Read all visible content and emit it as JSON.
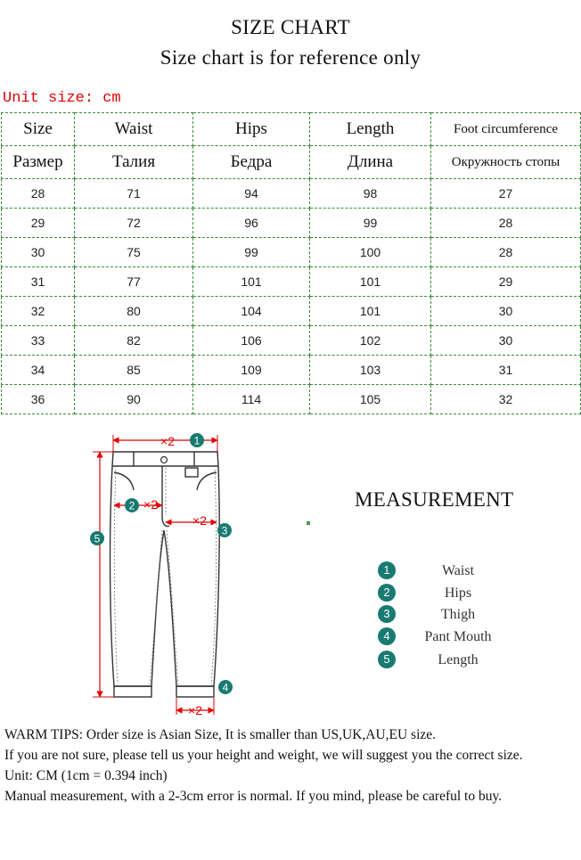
{
  "header": {
    "title": "SIZE CHART",
    "subtitle": "Size chart is for reference only"
  },
  "unit_label": "Unit size: cm",
  "table": {
    "header_en": [
      "Size",
      "Waist",
      "Hips",
      "Length",
      "Foot circumference"
    ],
    "header_ru": [
      "Размер",
      "Талия",
      "Бедра",
      "Длина",
      "Окружность стопы"
    ],
    "rows": [
      [
        "28",
        "71",
        "94",
        "98",
        "27"
      ],
      [
        "29",
        "72",
        "96",
        "99",
        "28"
      ],
      [
        "30",
        "75",
        "99",
        "100",
        "28"
      ],
      [
        "31",
        "77",
        "101",
        "101",
        "29"
      ],
      [
        "32",
        "80",
        "104",
        "101",
        "30"
      ],
      [
        "33",
        "82",
        "106",
        "102",
        "30"
      ],
      [
        "34",
        "85",
        "109",
        "103",
        "31"
      ],
      [
        "36",
        "90",
        "114",
        "105",
        "32"
      ]
    ]
  },
  "diagram": {
    "marker_1": "1",
    "marker_2": "2",
    "marker_3": "3",
    "marker_4": "4",
    "marker_5": "5",
    "times_two": "×2"
  },
  "measurement": {
    "title": "MEASUREMENT",
    "items": [
      {
        "num": "1",
        "label": "Waist"
      },
      {
        "num": "2",
        "label": "Hips"
      },
      {
        "num": "3",
        "label": "Thigh"
      },
      {
        "num": "4",
        "label": "Pant Mouth"
      },
      {
        "num": "5",
        "label": "Length"
      }
    ]
  },
  "tips": [
    "WARM TIPS: Order size is Asian Size, It is smaller than US,UK,AU,EU size.",
    "If you are not sure, please tell us your height and weight, we will suggest you the correct size.",
    "Unit: CM (1cm = 0.394 inch)",
    "Manual measurement, with a 2-3cm error is normal. If you mind, please be careful to buy."
  ],
  "colors": {
    "unit_red": "#e00000",
    "marker_teal": "#187a70",
    "arrow_red": "#e00000",
    "border_green": "#3d8a3d"
  }
}
